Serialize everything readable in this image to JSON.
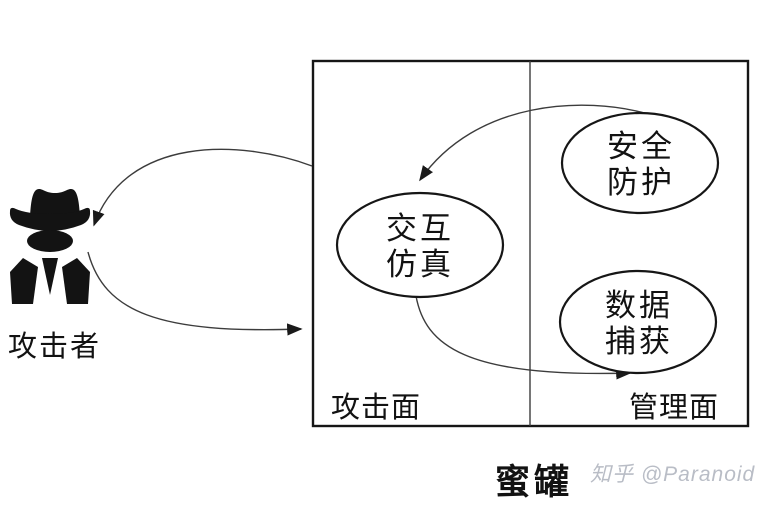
{
  "colors": {
    "background": "#ffffff",
    "box_stroke": "#161616",
    "arrow_stroke": "#3c3c3c",
    "text": "#121212",
    "watermark_gray": "#b9bdc6"
  },
  "attacker": {
    "label": "攻击者",
    "icon": "spy-fedora-icon"
  },
  "box": {
    "attack_surface_label": "攻击面",
    "management_surface_label": "管理面"
  },
  "nodes": {
    "interaction": "交互\n仿真",
    "security": "安全\n防护",
    "capture": "数据\n捕获"
  },
  "arrows": [
    {
      "name": "box-to-attacker"
    },
    {
      "name": "attacker-to-box"
    },
    {
      "name": "security-to-interaction"
    },
    {
      "name": "interaction-to-capture"
    }
  ],
  "caption": {
    "title": "蜜罐",
    "watermark": "知乎 @Paranoid"
  }
}
